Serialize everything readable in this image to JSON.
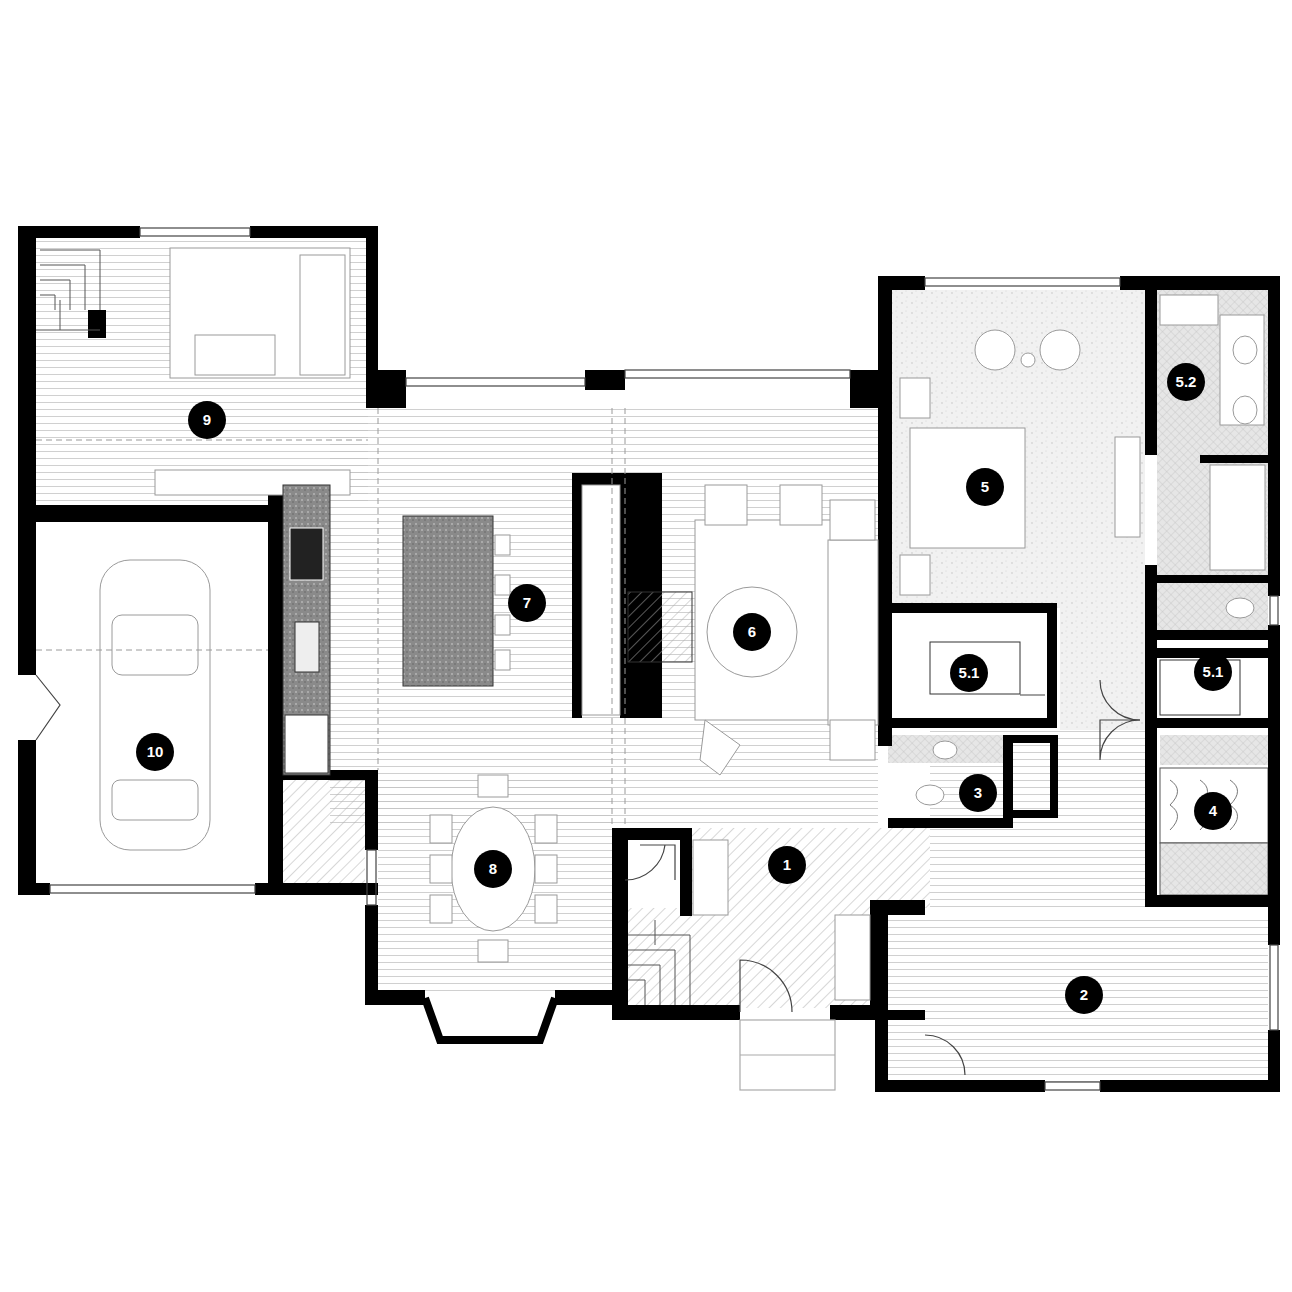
{
  "diagram": {
    "labels": [
      "9",
      "7",
      "6",
      "5",
      "5.2",
      "5.1",
      "5.1",
      "3",
      "4",
      "1",
      "2",
      "8",
      "10"
    ]
  }
}
